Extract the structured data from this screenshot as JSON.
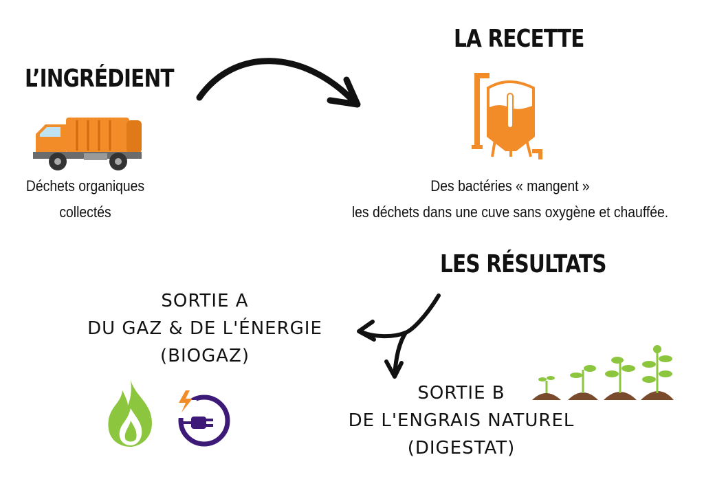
{
  "ingredient": {
    "title": "L’INGRÉDIENT",
    "caption_line1": "Déchets organiques",
    "caption_line2": "collectés"
  },
  "recipe": {
    "title": "LA RECETTE",
    "caption_line1": "Des bactéries « mangent »",
    "caption_line2": "les déchets dans une cuve sans oxygène et chauffée."
  },
  "results": {
    "title": "LES RÉSULTATS",
    "output_a": {
      "line1": "SORTIE A",
      "line2": "DU GAZ & DE L'ÉNERGIE",
      "line3": "(BIOGAZ)"
    },
    "output_b": {
      "line1": "SORTIE B",
      "line2": "DE L'ENGRAIS NATUREL",
      "line3": "(DIGESTAT)"
    }
  },
  "icons": {
    "truck": "garbage-truck-icon",
    "tank": "digester-tank-icon",
    "flame": "flame-icon",
    "plug": "electric-plug-icon",
    "seedlings": "seedling-growth-icon"
  },
  "colors": {
    "orange": "#f28c28",
    "green": "#8cc63f",
    "purple": "#3d1a78",
    "soil": "#7a4a2c",
    "dark": "#111111"
  }
}
